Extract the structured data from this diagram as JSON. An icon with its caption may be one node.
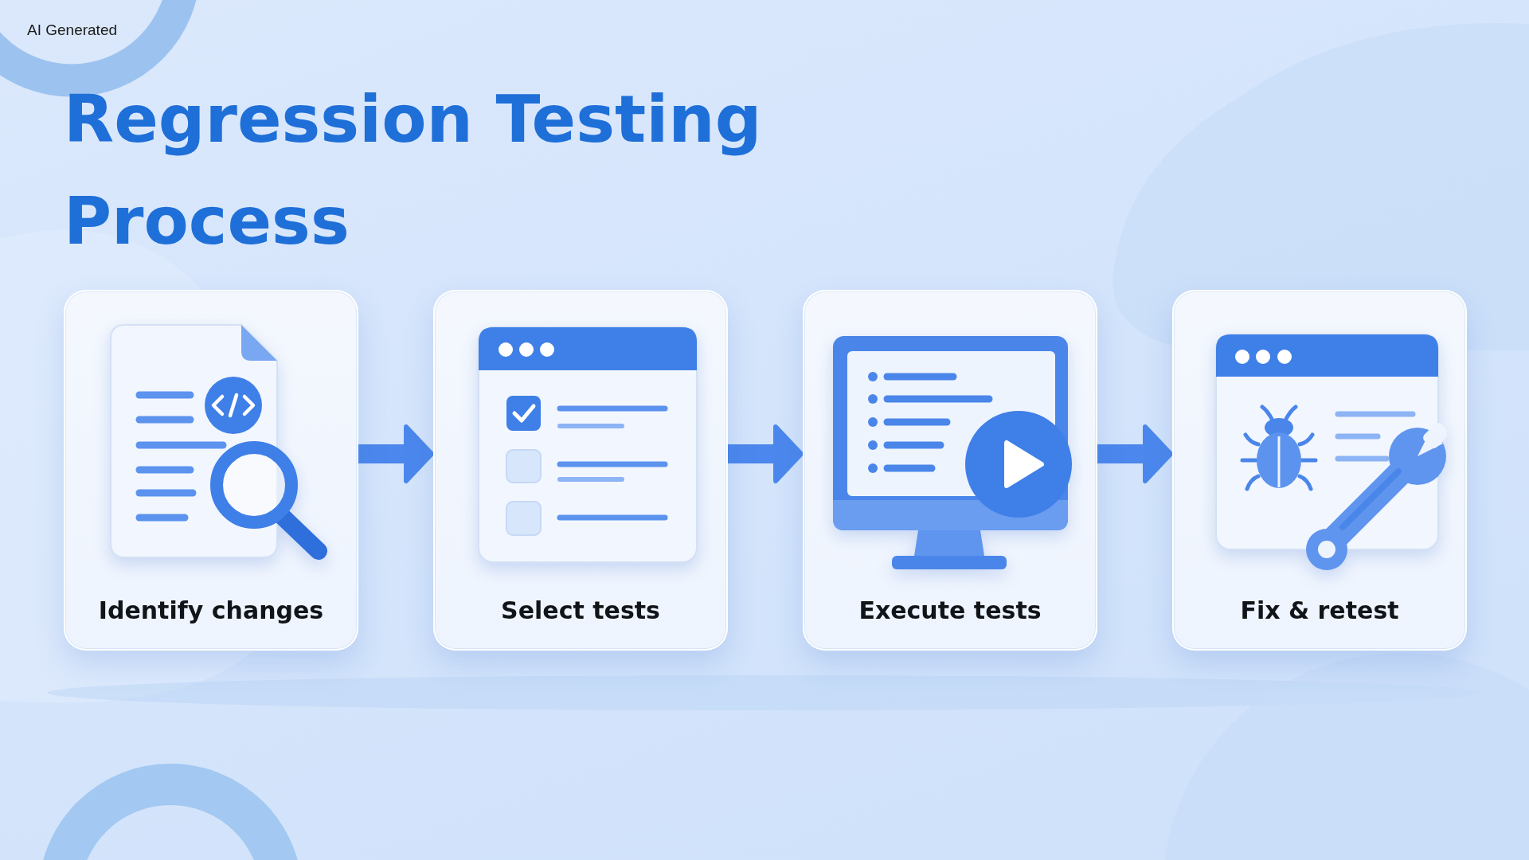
{
  "diagram": {
    "title": "Regression Testing Process",
    "nodes": [
      {
        "text": [
          "Identify changes"
        ]
      },
      {
        "text": [
          "Select tests"
        ]
      },
      {
        "text": [
          "Execute tests"
        ]
      },
      {
        "text": [
          "Fix & retest"
        ]
      }
    ],
    "edges": [
      {
        "from": 0,
        "to": 1,
        "arrow": "to"
      },
      {
        "from": 1,
        "to": 2,
        "arrow": "to"
      },
      {
        "from": 2,
        "to": 3,
        "arrow": "to"
      }
    ],
    "labels": [
      "AI Generated"
    ]
  }
}
